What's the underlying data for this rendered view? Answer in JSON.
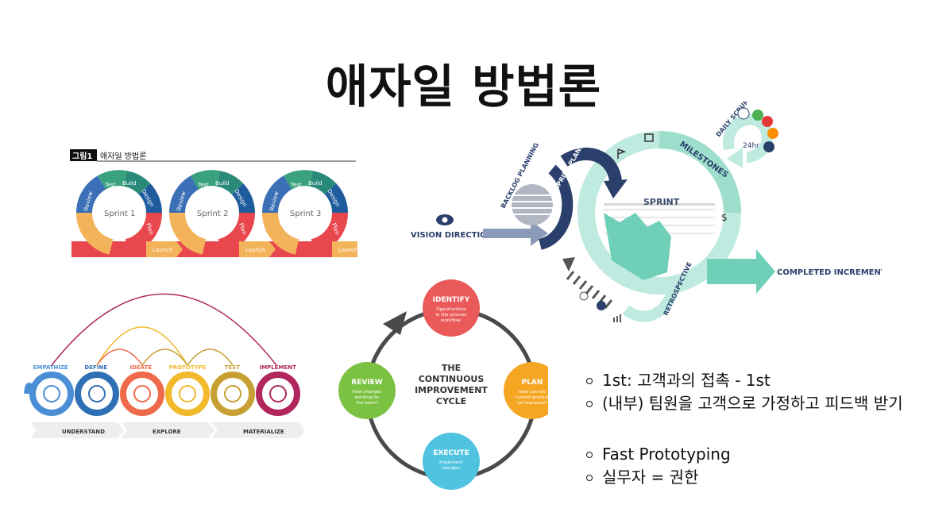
{
  "slide": {
    "title": "애자일 방법론"
  },
  "figure1": {
    "caption_tag": "그림1",
    "caption_text": "애자일 방법론",
    "sprints": [
      {
        "label": "Sprint 1"
      },
      {
        "label": "Sprint 2"
      },
      {
        "label": "Sprint 3"
      }
    ],
    "segment_labels": {
      "review": "Review",
      "test": "Test",
      "build": "Build",
      "design": "Design",
      "plan": "Plan",
      "launch": "Launch"
    },
    "colors": {
      "review": "#3b6fb6",
      "test": "#3aa17e",
      "build": "#2a8a7a",
      "design": "#1f5c9e",
      "plan": "#e8474e",
      "launch": "#f3b35a"
    }
  },
  "design_thinking": {
    "stages": [
      {
        "label": "EMPATHIZE",
        "color": "#4a8fd6",
        "icon": "heart-person-icon"
      },
      {
        "label": "DEFINE",
        "color": "#2f6fb3",
        "icon": "magnifier-icon"
      },
      {
        "label": "IDEATE",
        "color": "#ee6a4a",
        "icon": "lightbulb-icon"
      },
      {
        "label": "PROTOTYPE",
        "color": "#f2b92b",
        "icon": "tools-icon"
      },
      {
        "label": "TEST",
        "color": "#c7a033",
        "icon": "checklist-icon"
      },
      {
        "label": "IMPLEMENT",
        "color": "#b0265d",
        "icon": "rocket-icon"
      }
    ],
    "phases": [
      "UNDERSTAND",
      "EXPLORE",
      "MATERIALIZE"
    ]
  },
  "sprint_cycle": {
    "vision_direction": "VISION DIRECTION",
    "backlog_planning": "BACKLOG PLANNING",
    "sprint_planning": "SPRINT PLANNING",
    "milestones": "MILESTONES",
    "daily_scrum": "DAILY SCRUM",
    "hours": "24hr",
    "sprint": "SPRINT",
    "completed_increment": "COMPLETED INCREMENT",
    "retrospective": "RETROSPECTIVE",
    "colors": {
      "teal": "#6fcfb8",
      "light_teal": "#bde9dd",
      "navy": "#2a3f6b",
      "gray_blue": "#7f8fb0"
    }
  },
  "continuous_cycle": {
    "center_title_lines": [
      "THE",
      "CONTINUOUS",
      "IMPROVEMENT",
      "CYCLE"
    ],
    "steps": [
      {
        "title": "IDENTIFY",
        "desc_lines": [
          "Opportunities",
          "in the process",
          "workflow."
        ],
        "color": "#ea5a5a"
      },
      {
        "title": "PLAN",
        "desc_lines": [
          "How can the",
          "current process",
          "be improved?"
        ],
        "color": "#f5a623"
      },
      {
        "title": "EXECUTE",
        "desc_lines": [
          "Implement",
          "changes."
        ],
        "color": "#4fc3e0"
      },
      {
        "title": "REVIEW",
        "desc_lines": [
          "How changes",
          "working for",
          "the team?"
        ],
        "color": "#7cc242"
      }
    ]
  },
  "bullets": {
    "group1": [
      "1st: 고객과의 접촉 - 1st",
      "(내부) 팀원을 고객으로 가정하고 피드백 받기"
    ],
    "group2": [
      "Fast Prototyping",
      "실무자 = 권한"
    ]
  }
}
